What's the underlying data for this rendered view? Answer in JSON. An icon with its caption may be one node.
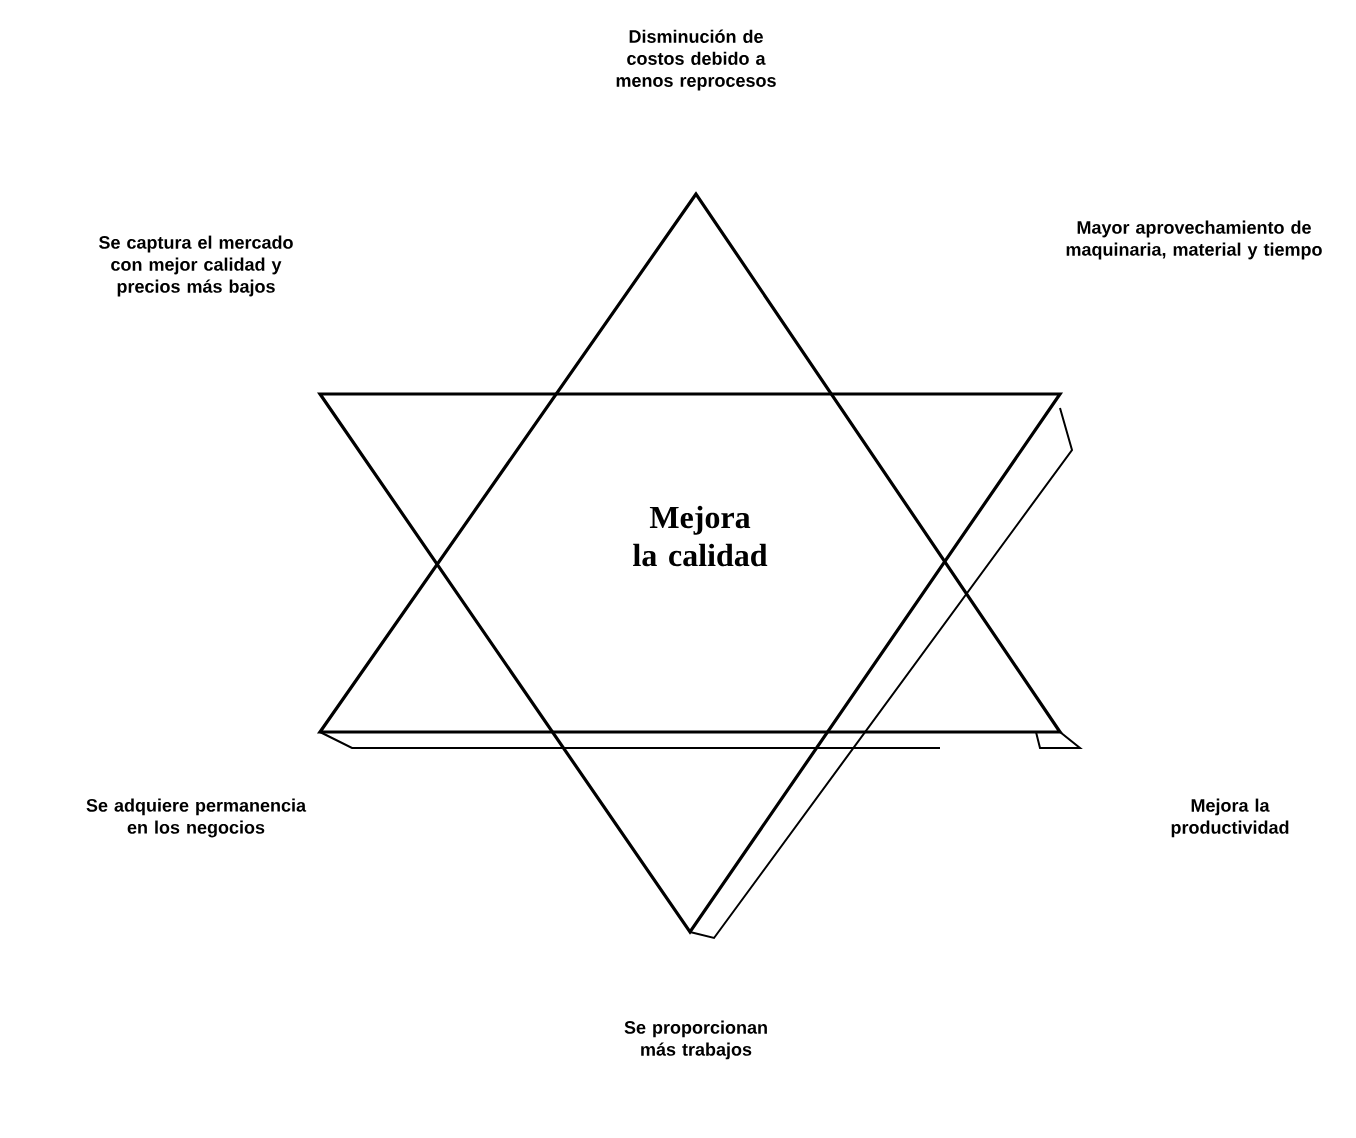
{
  "diagram": {
    "nodes": [
      {
        "text": [
          "Mejora la calidad"
        ]
      }
    ],
    "labels": [
      "Disminución de costos debido a menos reprocesos",
      "Se captura el mercado con mejor calidad y precios más bajos",
      "Mayor aprovechamiento de maquinaria, material y tiempo",
      "Se adquiere permanencia en los negocios",
      "Mejora la productividad",
      "Se proporcionan más trabajos"
    ]
  }
}
